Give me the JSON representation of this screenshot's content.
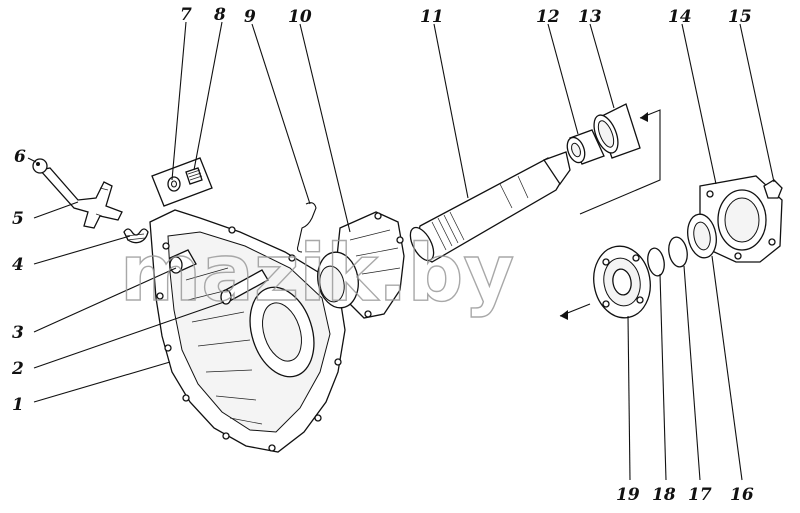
{
  "watermark": "mazik.by",
  "corner_mark": "",
  "callouts": [
    {
      "id": "1",
      "label": "1"
    },
    {
      "id": "2",
      "label": "2"
    },
    {
      "id": "3",
      "label": "3"
    },
    {
      "id": "4",
      "label": "4"
    },
    {
      "id": "5",
      "label": "5"
    },
    {
      "id": "6",
      "label": "6"
    },
    {
      "id": "7",
      "label": "7"
    },
    {
      "id": "8",
      "label": "8"
    },
    {
      "id": "9",
      "label": "9"
    },
    {
      "id": "10",
      "label": "10"
    },
    {
      "id": "11",
      "label": "11"
    },
    {
      "id": "12",
      "label": "12"
    },
    {
      "id": "13",
      "label": "13"
    },
    {
      "id": "14",
      "label": "14"
    },
    {
      "id": "15",
      "label": "15"
    },
    {
      "id": "16",
      "label": "16"
    },
    {
      "id": "17",
      "label": "17"
    },
    {
      "id": "18",
      "label": "18"
    },
    {
      "id": "19",
      "label": "19"
    }
  ]
}
